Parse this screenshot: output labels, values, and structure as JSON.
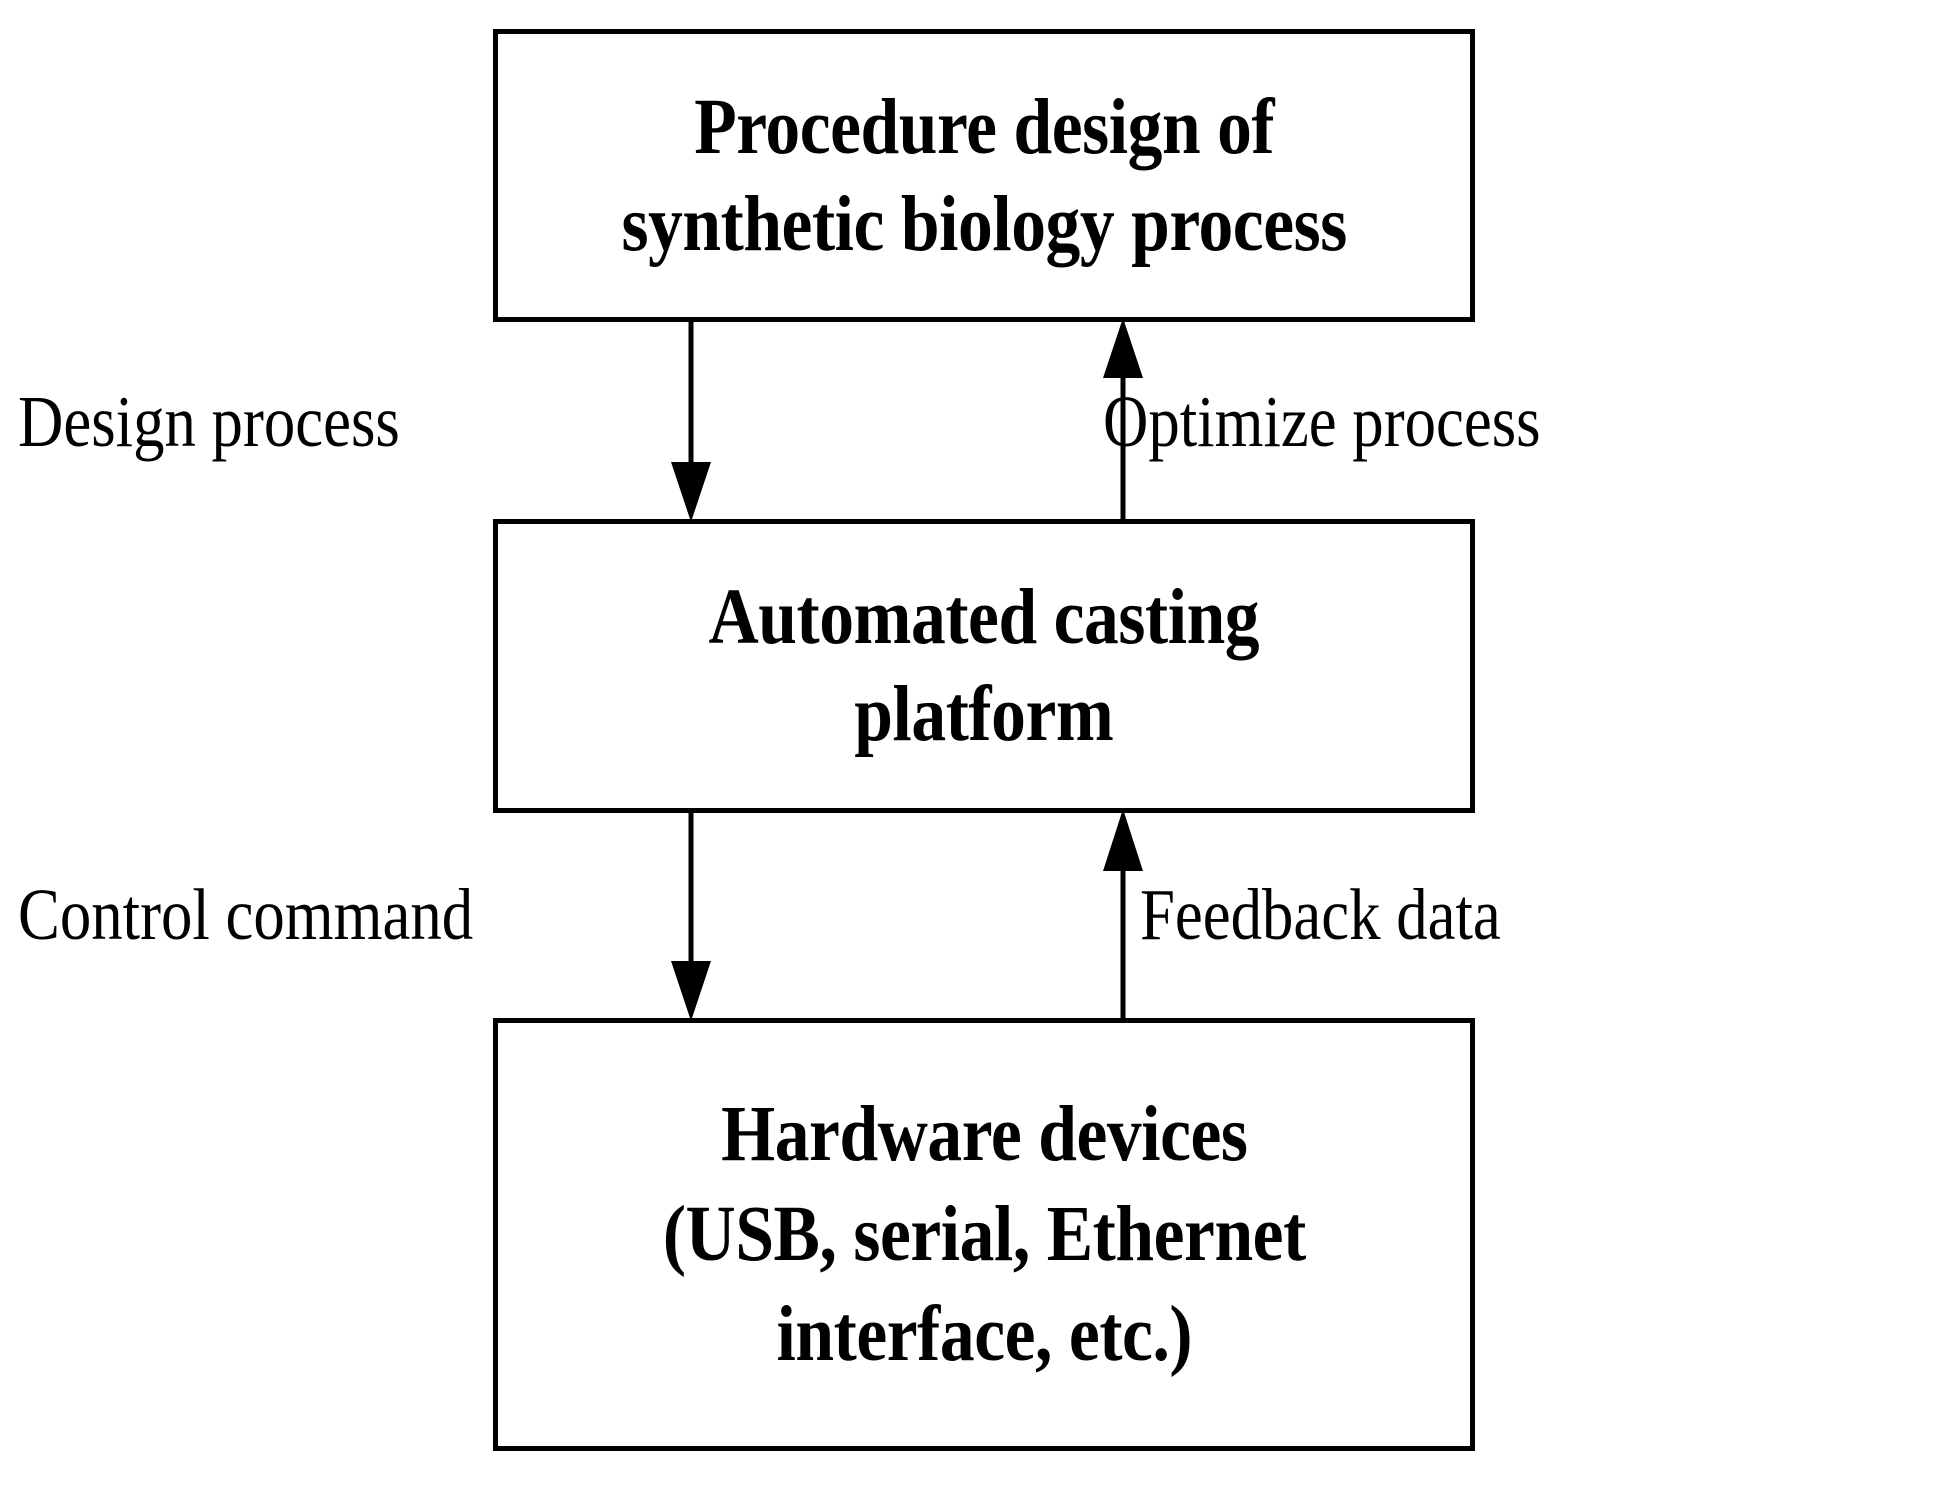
{
  "diagram": {
    "title": "Synthetic biology automated casting platform control loop",
    "type": "flowchart",
    "orientation": "vertical",
    "colors": {
      "background": "#ffffff",
      "stroke": "#000000",
      "text": "#000000",
      "box_fill": "#ffffff"
    },
    "nodes": [
      {
        "id": "procedure",
        "label": "Procedure design of\nsynthetic biology process",
        "shape": "rectangle",
        "position": "top"
      },
      {
        "id": "platform",
        "label": "Automated casting\nplatform",
        "shape": "rectangle",
        "position": "middle"
      },
      {
        "id": "hardware",
        "label": "Hardware devices\n(USB, serial,  Ethernet\ninterface, etc.)",
        "shape": "rectangle",
        "position": "bottom"
      }
    ],
    "edges": [
      {
        "id": "design-process",
        "label": "Design process",
        "from": "procedure",
        "to": "platform",
        "direction": "down",
        "side": "left"
      },
      {
        "id": "optimize-process",
        "label": "Optimize process",
        "from": "platform",
        "to": "procedure",
        "direction": "up",
        "side": "right"
      },
      {
        "id": "control-command",
        "label": "Control command",
        "from": "platform",
        "to": "hardware",
        "direction": "down",
        "side": "left"
      },
      {
        "id": "feedback-data",
        "label": "Feedback data",
        "from": "hardware",
        "to": "platform",
        "direction": "up",
        "side": "right"
      }
    ]
  }
}
